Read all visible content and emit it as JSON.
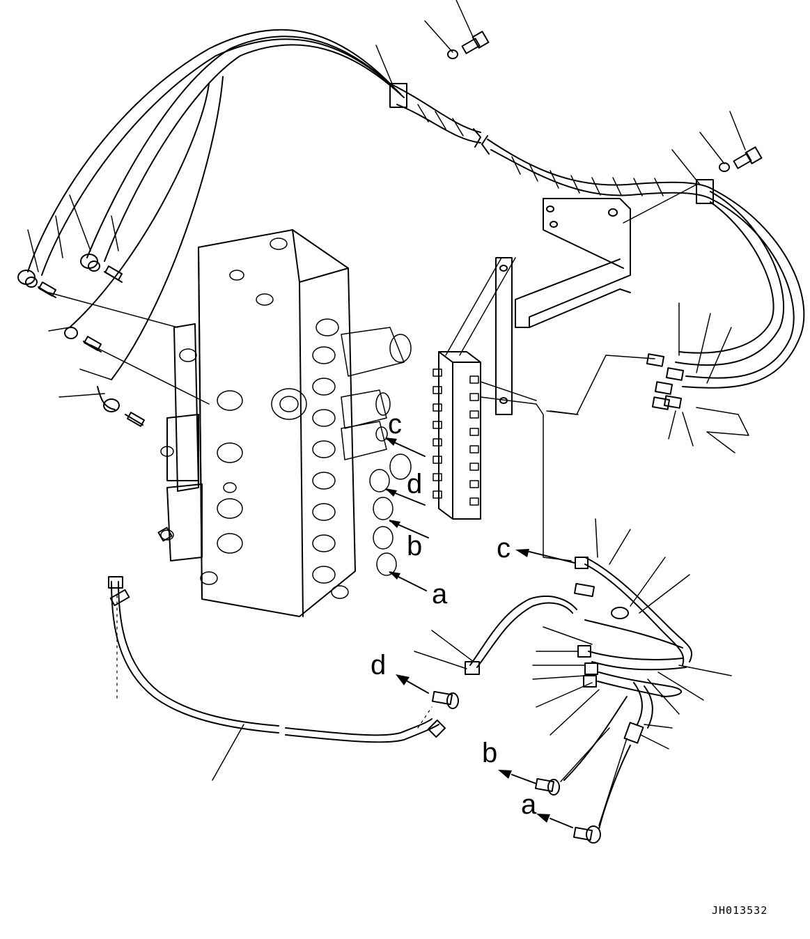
{
  "drawing": {
    "code": "JH013532",
    "callouts": [
      {
        "id": "c-valve",
        "text": "c"
      },
      {
        "id": "d-valve",
        "text": "d"
      },
      {
        "id": "b-valve",
        "text": "b"
      },
      {
        "id": "a-valve",
        "text": "a"
      },
      {
        "id": "c-fit",
        "text": "c"
      },
      {
        "id": "d-fit",
        "text": "d"
      },
      {
        "id": "b-fit",
        "text": "b"
      },
      {
        "id": "a-fit",
        "text": "a"
      }
    ]
  }
}
